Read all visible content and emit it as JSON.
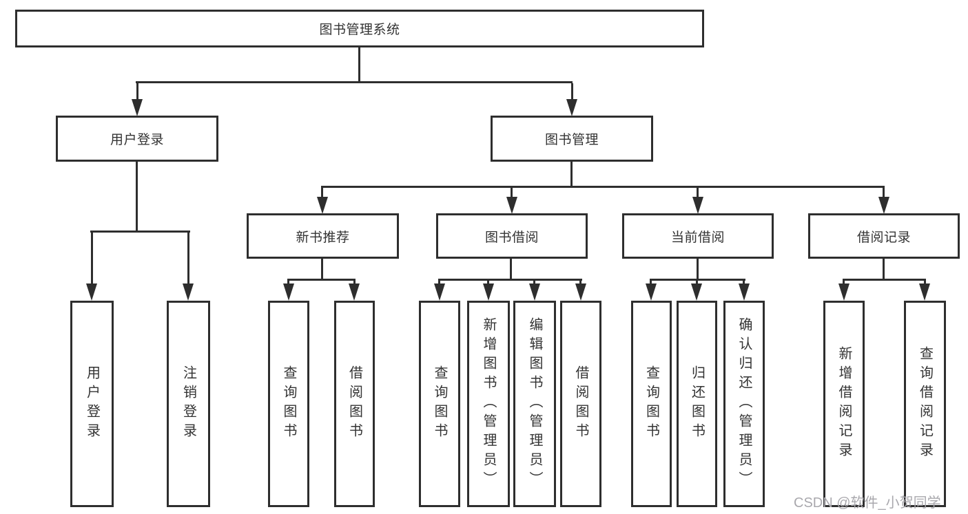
{
  "diagram": {
    "title": "图书管理系统",
    "level2": {
      "user_login": "用户登录",
      "book_mgmt": "图书管理"
    },
    "level3": {
      "new_book": "新书推荐",
      "book_borrow": "图书借阅",
      "current_borrow": "当前借阅",
      "borrow_record": "借阅记录"
    },
    "leaves": {
      "user_login_1": "用户登录",
      "user_login_2": "注销登录",
      "new_book_1": "查询图书",
      "new_book_2": "借阅图书",
      "book_borrow_1": "查询图书",
      "book_borrow_2": "新增图书（管理员）",
      "book_borrow_3": "编辑图书（管理员）",
      "book_borrow_4": "借阅图书",
      "current_borrow_1": "查询图书",
      "current_borrow_2": "归还图书",
      "current_borrow_3": "确认归还（管理员）",
      "borrow_record_1": "新增借阅记录",
      "borrow_record_2": "查询借阅记录"
    }
  },
  "watermark": "CSDN @软件_小贺同学",
  "colors": {
    "line": "#2e2e2e",
    "text": "#333333",
    "watermark": "#a9a8ad",
    "background": "#ffffff"
  }
}
